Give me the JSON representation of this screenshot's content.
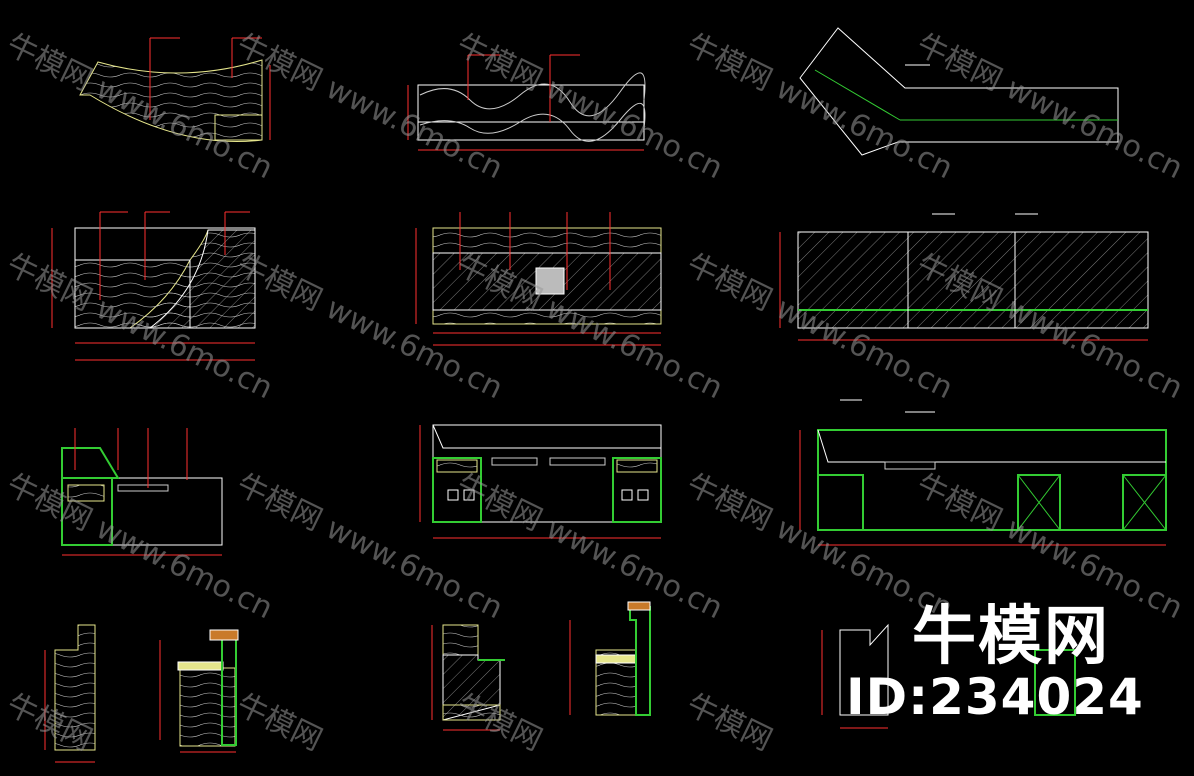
{
  "watermark": {
    "brand": "牛模网",
    "url": "www.6mo.cn"
  },
  "logo": {
    "brand": "牛模网",
    "id": "ID:234024"
  },
  "colors": {
    "background": "#000000",
    "line": "#ffffff",
    "accent_yellow": "#e6e68c",
    "accent_green": "#33cc33",
    "label_cyan": "#00ffff",
    "dim_red": "#ff3030"
  }
}
